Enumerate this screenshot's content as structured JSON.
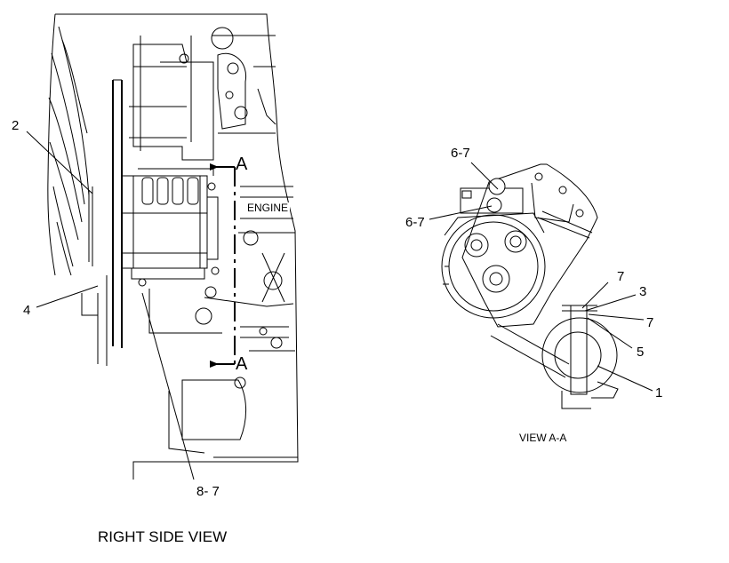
{
  "right_side_view": {
    "caption": "RIGHT SIDE VIEW",
    "engine_label": "ENGINE",
    "section_mark_top": "A",
    "section_mark_bottom": "A",
    "callouts": {
      "c2": "2",
      "c4": "4",
      "c8_7": "8- 7"
    }
  },
  "view_a_a": {
    "caption": "VIEW  A-A",
    "callouts": {
      "c6_7_top": "6-7",
      "c6_7_left": "6-7",
      "c7_top": "7",
      "c3": "3",
      "c7_mid": "7",
      "c5": "5",
      "c1": "1"
    }
  }
}
